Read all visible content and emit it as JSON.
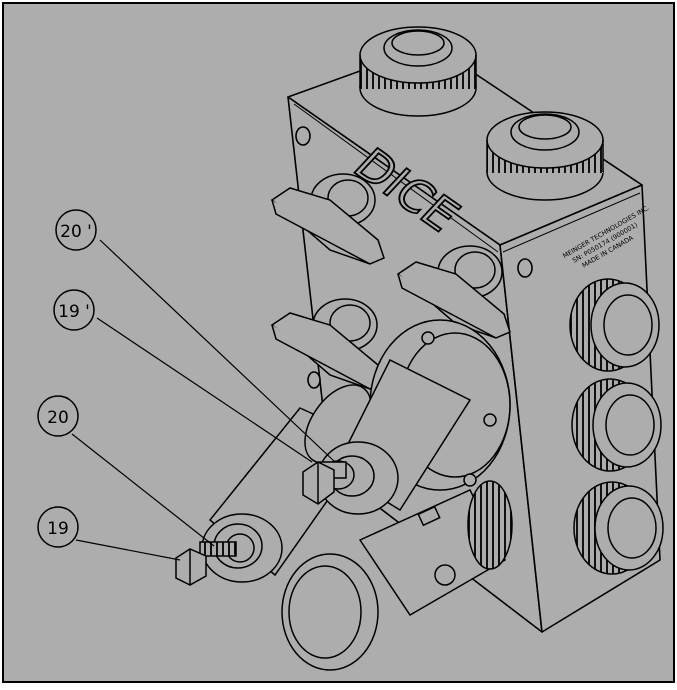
{
  "drawing": {
    "background_color": "#adadad",
    "line_color": "#000000",
    "block_brand": "DICE",
    "engraving": [
      "MEINGER TECHNOLOGIES INC.",
      "SN: P050174 (900001)",
      "MADE IN CANADA"
    ]
  },
  "callouts": [
    {
      "id": "c20p",
      "label": "20 '"
    },
    {
      "id": "c19p",
      "label": "19 '"
    },
    {
      "id": "c20",
      "label": "20"
    },
    {
      "id": "c19",
      "label": "19"
    }
  ]
}
